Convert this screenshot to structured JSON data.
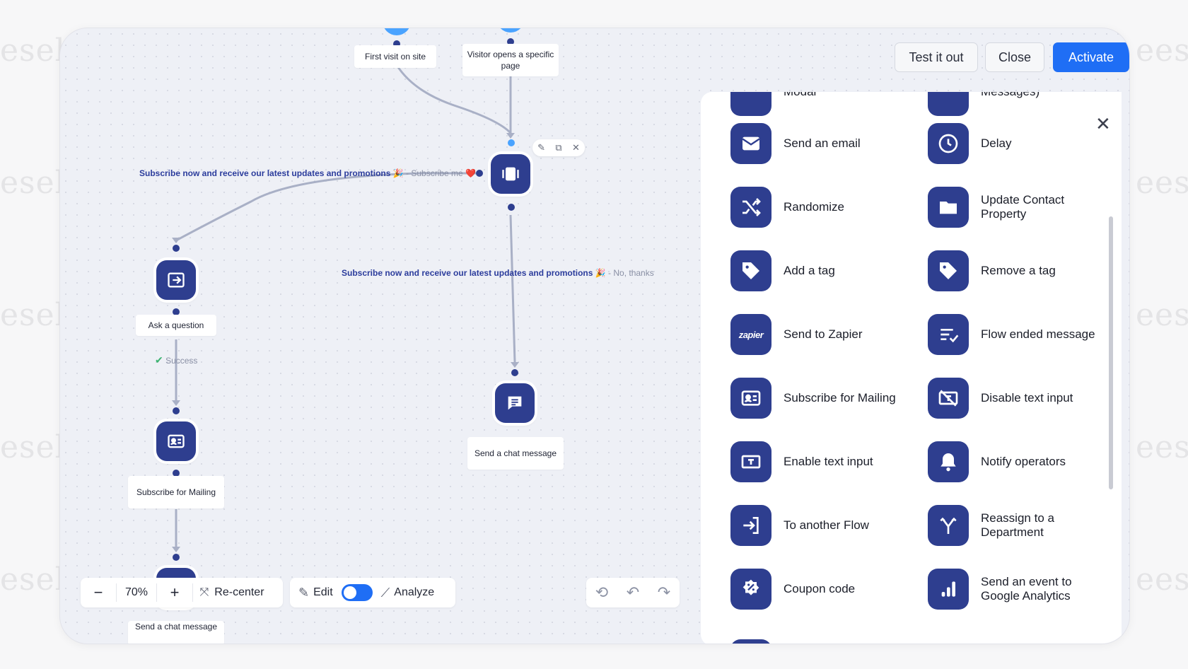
{
  "watermark": "esel",
  "watermark_right": "eese",
  "header": {
    "test_label": "Test it out",
    "close_label": "Close",
    "activate_label": "Activate"
  },
  "canvas": {
    "nodes": {
      "first_visit": "First visit on site",
      "visitor_opens": "Visitor opens a specific page",
      "ask_question": "Ask a question",
      "subscribe_mailing": "Subscribe for Mailing",
      "send_chat": "Send a chat message",
      "send_chat_bottom": "Send a chat message"
    },
    "edges": {
      "subscribe_text": "Subscribe now and receive our latest updates and promotions 🎉",
      "subscribe_choice": " - Subscribe me ❤️",
      "no_thanks_text": "Subscribe now and receive our latest updates and promotions 🎉",
      "no_thanks_choice": " - No, thanks",
      "success": "Success"
    }
  },
  "panel": {
    "partial_left": "Modal",
    "partial_right": "Messages)",
    "actions": [
      {
        "label": "Send an email",
        "icon": "email-icon"
      },
      {
        "label": "Delay",
        "icon": "clock-icon"
      },
      {
        "label": "Randomize",
        "icon": "shuffle-icon"
      },
      {
        "label": "Update Contact Property",
        "icon": "folder-icon"
      },
      {
        "label": "Add a tag",
        "icon": "tag-icon"
      },
      {
        "label": "Remove a tag",
        "icon": "tag-icon"
      },
      {
        "label": "Send to Zapier",
        "icon": "zapier-icon"
      },
      {
        "label": "Flow ended message",
        "icon": "list-check-icon"
      },
      {
        "label": "Subscribe for Mailing",
        "icon": "contact-card-icon"
      },
      {
        "label": "Disable text input",
        "icon": "text-input-off-icon"
      },
      {
        "label": "Enable text input",
        "icon": "text-input-icon"
      },
      {
        "label": "Notify operators",
        "icon": "bell-icon"
      },
      {
        "label": "To another Flow",
        "icon": "enter-icon"
      },
      {
        "label": "Reassign to a Department",
        "icon": "split-icon"
      },
      {
        "label": "Coupon code",
        "icon": "coupon-icon"
      },
      {
        "label": "Send an event to Google Analytics",
        "icon": "bar-chart-icon"
      }
    ],
    "zapier_text": "zapier"
  },
  "footer": {
    "zoom_minus": "−",
    "zoom": "70%",
    "zoom_plus": "+",
    "recenter_label": "Re-center",
    "edit_label": "Edit",
    "analyze_label": "Analyze"
  }
}
